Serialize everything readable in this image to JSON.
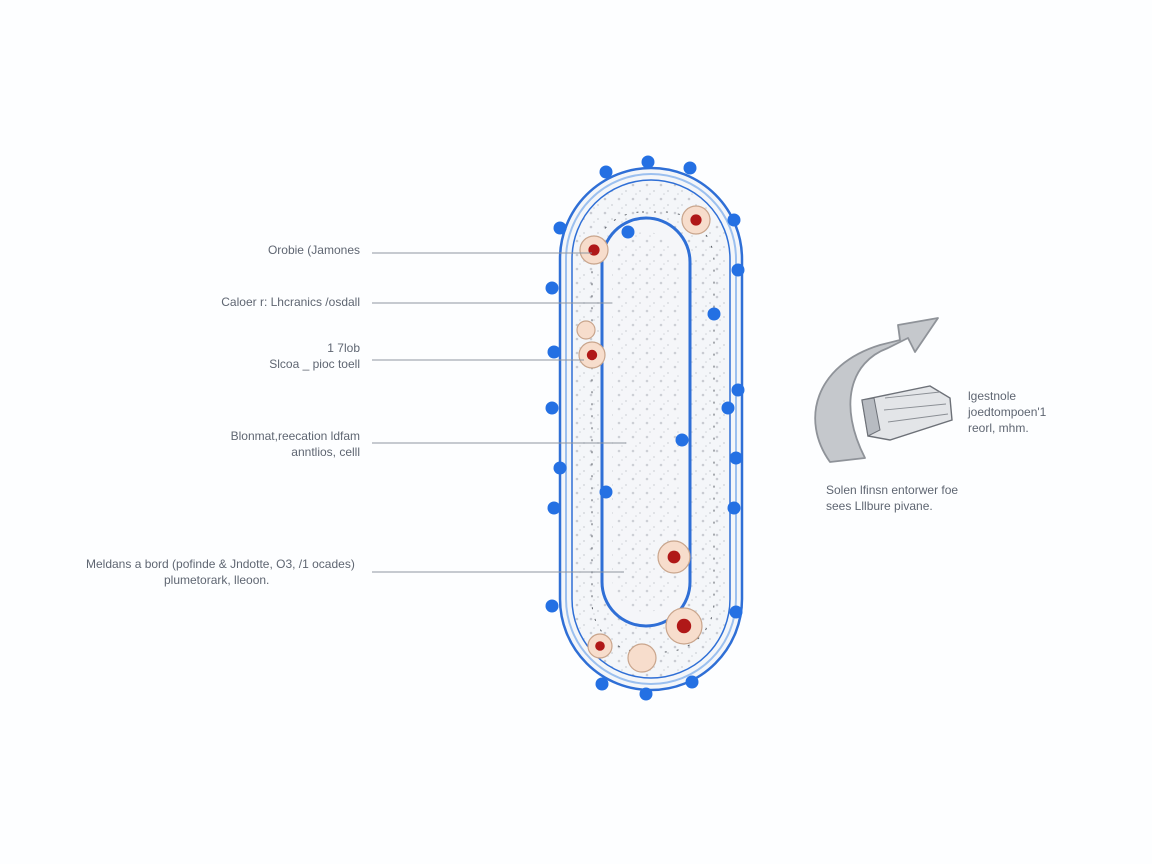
{
  "colors": {
    "membrane": "#2f6fd6",
    "membrane_light": "#9cc0ef",
    "dot": "#2470e3",
    "cell_fill": "#f7ddcc",
    "nucleus": "#b01818",
    "arrow": "#b9bdc3",
    "text": "#5f6672"
  },
  "labels": [
    {
      "id": "label-1",
      "lines": [
        "Orobie (Jamones"
      ]
    },
    {
      "id": "label-2",
      "lines": [
        "Caloer r: Lhcranics /osdall"
      ]
    },
    {
      "id": "label-3",
      "lines": [
        "1 7lob",
        "Slcoa _ pioc toell"
      ]
    },
    {
      "id": "label-4",
      "lines": [
        "Blonmat,reecation ldfam",
        "anntlios, celll"
      ]
    },
    {
      "id": "label-5",
      "lines": [
        "Meldans a bord (pofinde & Jndotte, O3, /1 ocades)",
        "plumetorark, lleoon."
      ]
    }
  ],
  "right_panel": {
    "side_lines": [
      "lgestnole",
      "joedtompoen'1",
      "reorl, mhm."
    ],
    "caption_lines": [
      "Solen lfinsn entorwer foe",
      "sees Lllbure pivane."
    ],
    "icon": "curved-arrow-icon",
    "object_icon": "rock-fragment-icon"
  }
}
